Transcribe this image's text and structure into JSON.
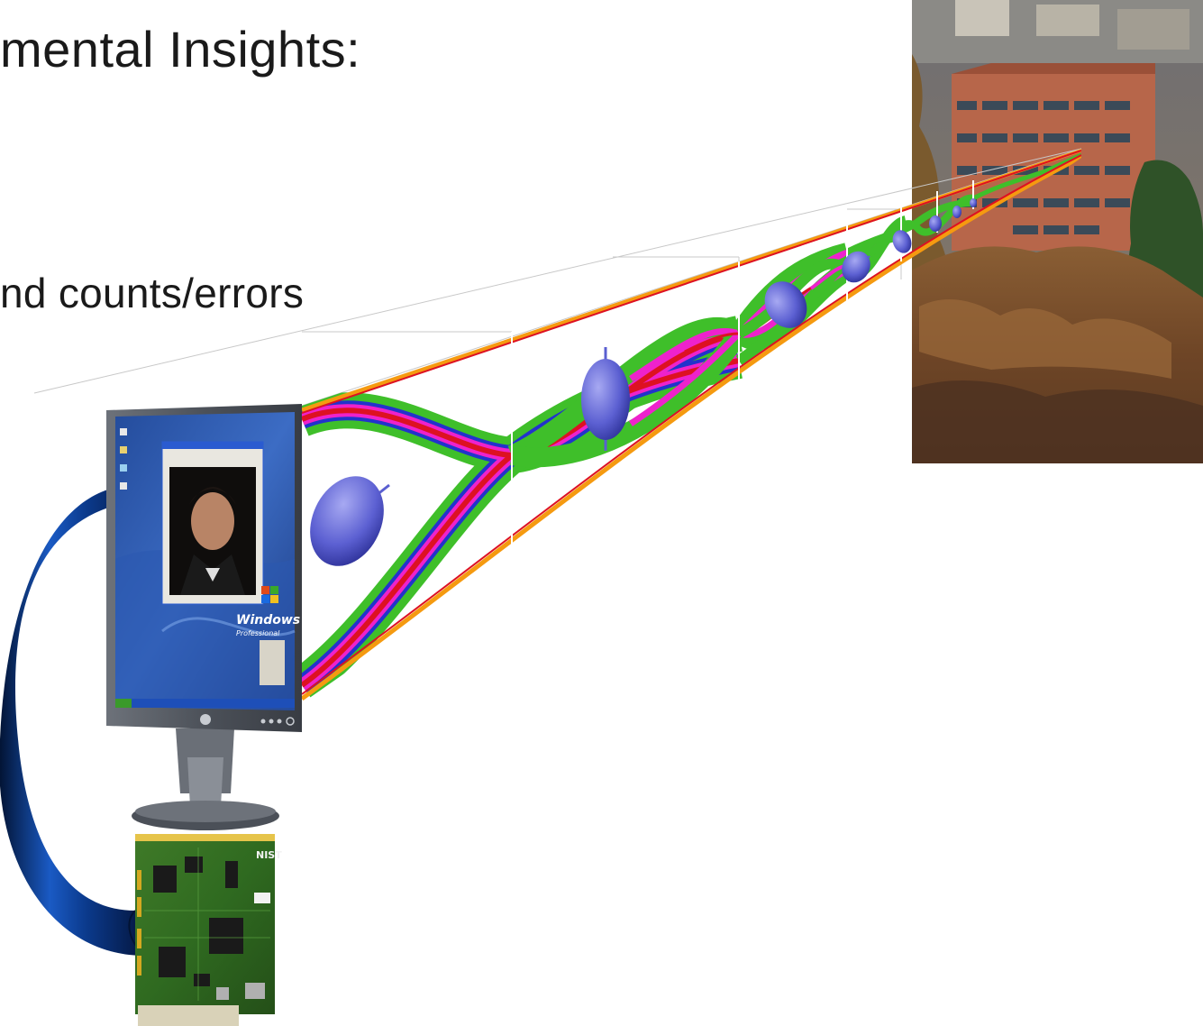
{
  "slide": {
    "title_fragment": "mental Insights:",
    "bullet_fragment": "nd counts/errors"
  },
  "desktop": {
    "os_logo_text": "Windows",
    "os_edition_text": "Professional"
  },
  "board": {
    "maker_label": "NIST"
  },
  "colors": {
    "eye_green": "#3fbf2a",
    "eye_blue": "#2233cc",
    "eye_magenta": "#ee22cc",
    "eye_red": "#dd1122",
    "eye_orange": "#f59a10",
    "photon_blue": "#5a5fd0",
    "monitor_bezel": "#4a4f57",
    "fiber_blue": "#0a3a8a"
  },
  "icons": {
    "photons": "photon-polarization-icon",
    "monitor": "computer-monitor-icon",
    "board": "circuit-board-icon",
    "building": "remote-building-photo"
  }
}
